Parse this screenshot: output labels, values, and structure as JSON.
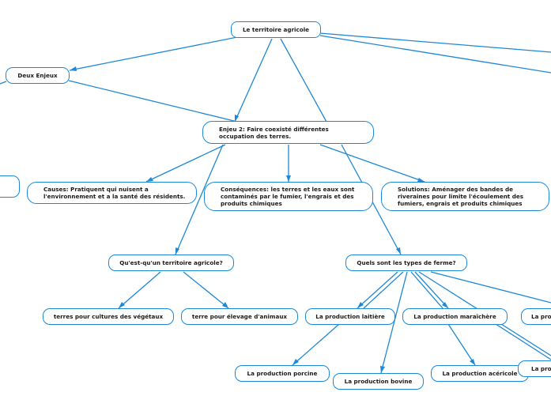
{
  "map": {
    "root": "Le territoire agricole",
    "deux_enjeux": "Deux Enjeux",
    "enjeu2": "Enjeu 2: Faire coexisté différentes occupation des terres.",
    "causes": "Causes: Pratiquent qui nuisent a l'environnement et a la santé des résidents.",
    "consequences": "Conséquences: les terres et les eaux sont contaminés par le fumier, l'engrais et des produits chimiques",
    "solutions": "Solutions: Aménager des bandes de riveraines pour limite l'écoulement des fumiers, engrais et produits chimiques",
    "question_territoire": "Qu'est-qu'un territoire agricole?",
    "question_types": "Quels sont les types de ferme?",
    "terres_cultures": "terres pour cultures des végétaux",
    "terre_elevage": "terre pour élevage d'animaux",
    "laitiere": "La production laitière",
    "maraichere": "La production maraîchère",
    "porcine": "La production porcine",
    "bovine": "La production bovine",
    "acericole": "La production acéricole",
    "partial_right_1": "La pro",
    "partial_right_2": "La pro"
  },
  "colors": {
    "line": "#1e88d6",
    "node_border": "#1e88d6",
    "text": "#1a1a1a"
  }
}
